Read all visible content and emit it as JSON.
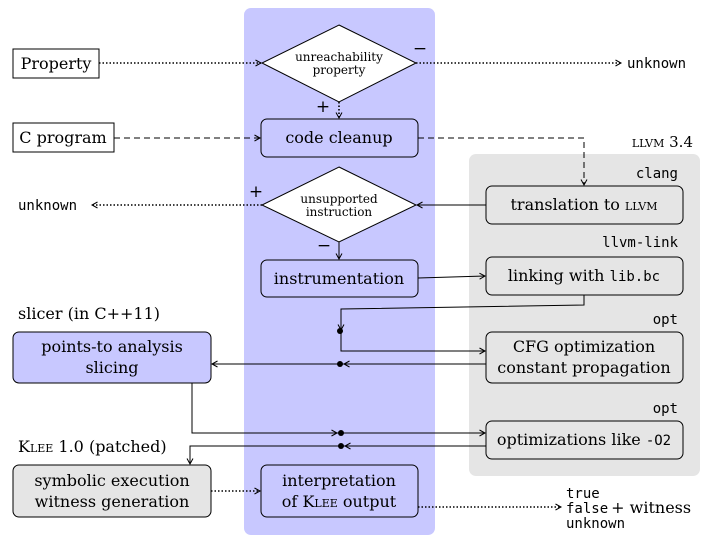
{
  "colors": {
    "lane_fill": "#c8c8ff",
    "llvm_panel_fill": "#e5e5e5",
    "node_blue": "#c8c8ff",
    "node_gray": "#e5e5e5",
    "stroke": "#000000"
  },
  "inputs": {
    "property": "Property",
    "c_program": "C program"
  },
  "nodes": {
    "unreachability_line1": "unreachability",
    "unreachability_line2": "property",
    "code_cleanup": "code cleanup",
    "unsupported_line1": "unsupported",
    "unsupported_line2": "instruction",
    "instrumentation": "instrumentation",
    "interpretation_line1": "interpretation",
    "interpretation_line2_prefix": "of ",
    "interpretation_line2_name": "Klee",
    "interpretation_line2_suffix": " output",
    "translation_prefix": "translation to ",
    "translation_llvm": "llvm",
    "linking_prefix": "linking with ",
    "linking_code": "lib.bc",
    "cfg_line1": "CFG optimization",
    "cfg_line2": "constant propagation",
    "optimizations_prefix": "optimizations like ",
    "optimizations_code": "-O2",
    "slicer_line1": "points-to analysis",
    "slicer_line2": "slicing",
    "symbolic_line1": "symbolic execution",
    "symbolic_line2": "witness generation"
  },
  "labels": {
    "llvm_panel_prefix": "llvm",
    "llvm_panel_version": " 3.4",
    "clang": "clang",
    "llvm_link": "llvm-link",
    "opt_1": "opt",
    "opt_2": "opt",
    "slicer_caption": "slicer (in C++11)",
    "klee_caption_name": "Klee",
    "klee_caption_rest": " 1.0 (patched)",
    "minus_top": "−",
    "plus_top": "+",
    "plus_mid": "+",
    "minus_mid": "−"
  },
  "outputs": {
    "unknown_top": "unknown",
    "unknown_left": "unknown",
    "result_true": "true",
    "result_false": "false",
    "result_witness": "+ witness",
    "result_unknown": "unknown"
  }
}
